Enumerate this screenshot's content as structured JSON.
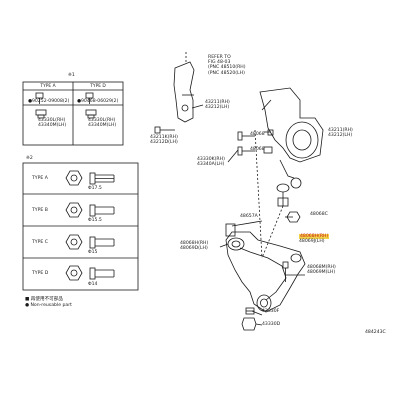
{
  "reference": {
    "lines": [
      "REFER TO",
      "FIG 48-03",
      "(PNC 48510(RH)",
      "(PNC 48520(LH)"
    ]
  },
  "note_star1": {
    "symbol": "※1"
  },
  "note_star2": {
    "symbol": "※2"
  },
  "type_table_1": {
    "headers": [
      "TYPE A",
      "TYPE D"
    ],
    "cells": [
      {
        "lines": [
          "●90252-09008(2)"
        ]
      },
      {
        "lines": [
          "●90468-06029(2)"
        ]
      },
      {
        "lines": [
          "43330L(RH)",
          "43340M(LH)"
        ]
      },
      {
        "lines": [
          "43330L(RH)",
          "43340M(LH)"
        ]
      }
    ]
  },
  "type_table_2": {
    "rows": [
      {
        "type": "TYPE A",
        "dim": "Φ17.5"
      },
      {
        "type": "TYPE B",
        "dim": "Φ15.5"
      },
      {
        "type": "TYPE C",
        "dim": "Φ15"
      },
      {
        "type": "TYPE D",
        "dim": "Φ14"
      }
    ]
  },
  "legend": {
    "item1": "■ 再使用不可部品",
    "item2": "● Non-reusable part"
  },
  "labels": {
    "p43211_top": [
      "43211(RH)",
      "43212(LH)"
    ],
    "p43211_right": [
      "43211(RH)",
      "43212(LH)"
    ],
    "p43211k": [
      "43211K(RH)",
      "43212D(LH)"
    ],
    "p43330": [
      "43330K(RH)",
      "43340A(LH)"
    ],
    "p48657a": [
      "48657A"
    ],
    "p48068c": [
      "48068C"
    ],
    "p48068h_hl": [
      "48068H(RH)",
      "48069J(LH)"
    ],
    "p48068h_left": [
      "48068H(RH)",
      "48069D(LH)"
    ],
    "p48068m": [
      "48068M(RH)",
      "48069M(LH)"
    ],
    "p43330f": [
      "43330F"
    ],
    "p43330d": [
      "43330D"
    ],
    "p48068_small_a": [
      "48068"
    ],
    "p48068_small_b": [
      "48068"
    ],
    "figure_code": [
      "484243C"
    ]
  },
  "colors": {
    "highlight_bg": "#f3d24a",
    "highlight_text": "#c41616",
    "line": "#1a1a1a"
  }
}
